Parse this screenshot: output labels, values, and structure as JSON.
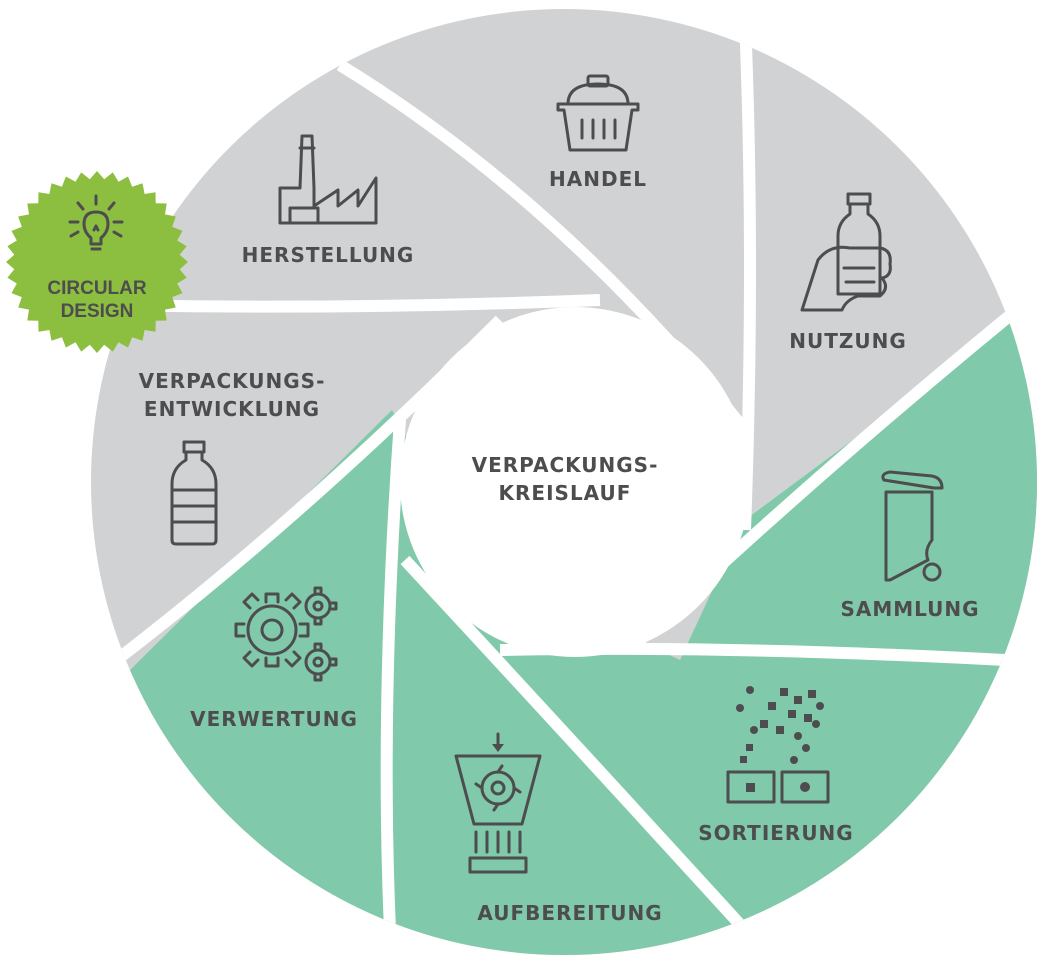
{
  "center": {
    "line1": "VERPACKUNGS-",
    "line2": "KREISLAUF"
  },
  "badge": {
    "line1": "CIRCULAR",
    "line2": "DESIGN",
    "icon": "lightbulb-icon",
    "color": "#8cbf3f"
  },
  "colors": {
    "gray": "#d1d2d4",
    "green": "#80c9aa",
    "text": "#4d4d4f"
  },
  "segments": [
    {
      "id": "herstellung",
      "line1": "HERSTELLUNG",
      "icon": "factory-icon",
      "color": "gray"
    },
    {
      "id": "handel",
      "line1": "HANDEL",
      "icon": "shopping-basket-icon",
      "color": "gray"
    },
    {
      "id": "nutzung",
      "line1": "NUTZUNG",
      "icon": "hand-bottle-icon",
      "color": "gray"
    },
    {
      "id": "sammlung",
      "line1": "SAMMLUNG",
      "icon": "trash-bin-icon",
      "color": "green"
    },
    {
      "id": "sortierung",
      "line1": "SORTIERUNG",
      "icon": "sorting-icon",
      "color": "green"
    },
    {
      "id": "aufbereitung",
      "line1": "AUFBEREITUNG",
      "icon": "shredder-icon",
      "color": "green"
    },
    {
      "id": "verwertung",
      "line1": "VERWERTUNG",
      "icon": "gears-icon",
      "color": "green"
    },
    {
      "id": "verpackungsentwicklung",
      "line1": "VERPACKUNGS-",
      "line2": "ENTWICKLUNG",
      "icon": "bottle-icon",
      "color": "gray"
    }
  ]
}
